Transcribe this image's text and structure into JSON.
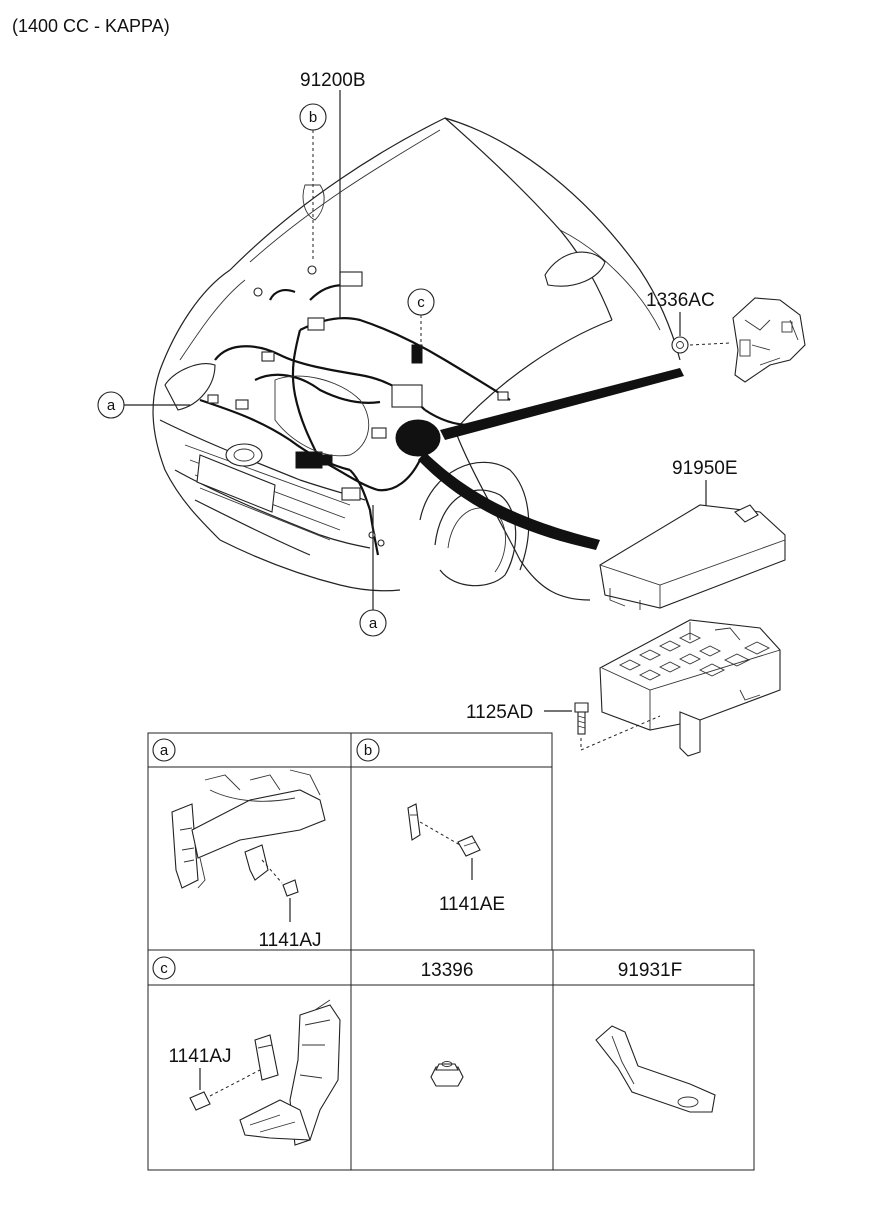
{
  "header": {
    "engine_label": "(1400 CC - KAPPA)"
  },
  "parts": {
    "harness": "91200B",
    "nut_top": "1336AC",
    "fuse_cover": "91950E",
    "bolt_fuse": "1125AD"
  },
  "callouts": {
    "a": "a",
    "b": "b",
    "c": "c"
  },
  "detail_table": {
    "cells": [
      {
        "header": "a",
        "part": "1141AJ"
      },
      {
        "header": "b",
        "part": "1141AE"
      },
      {
        "header": "c",
        "part": "1141AJ"
      },
      {
        "header": "13396"
      },
      {
        "header": "91931F"
      }
    ]
  }
}
